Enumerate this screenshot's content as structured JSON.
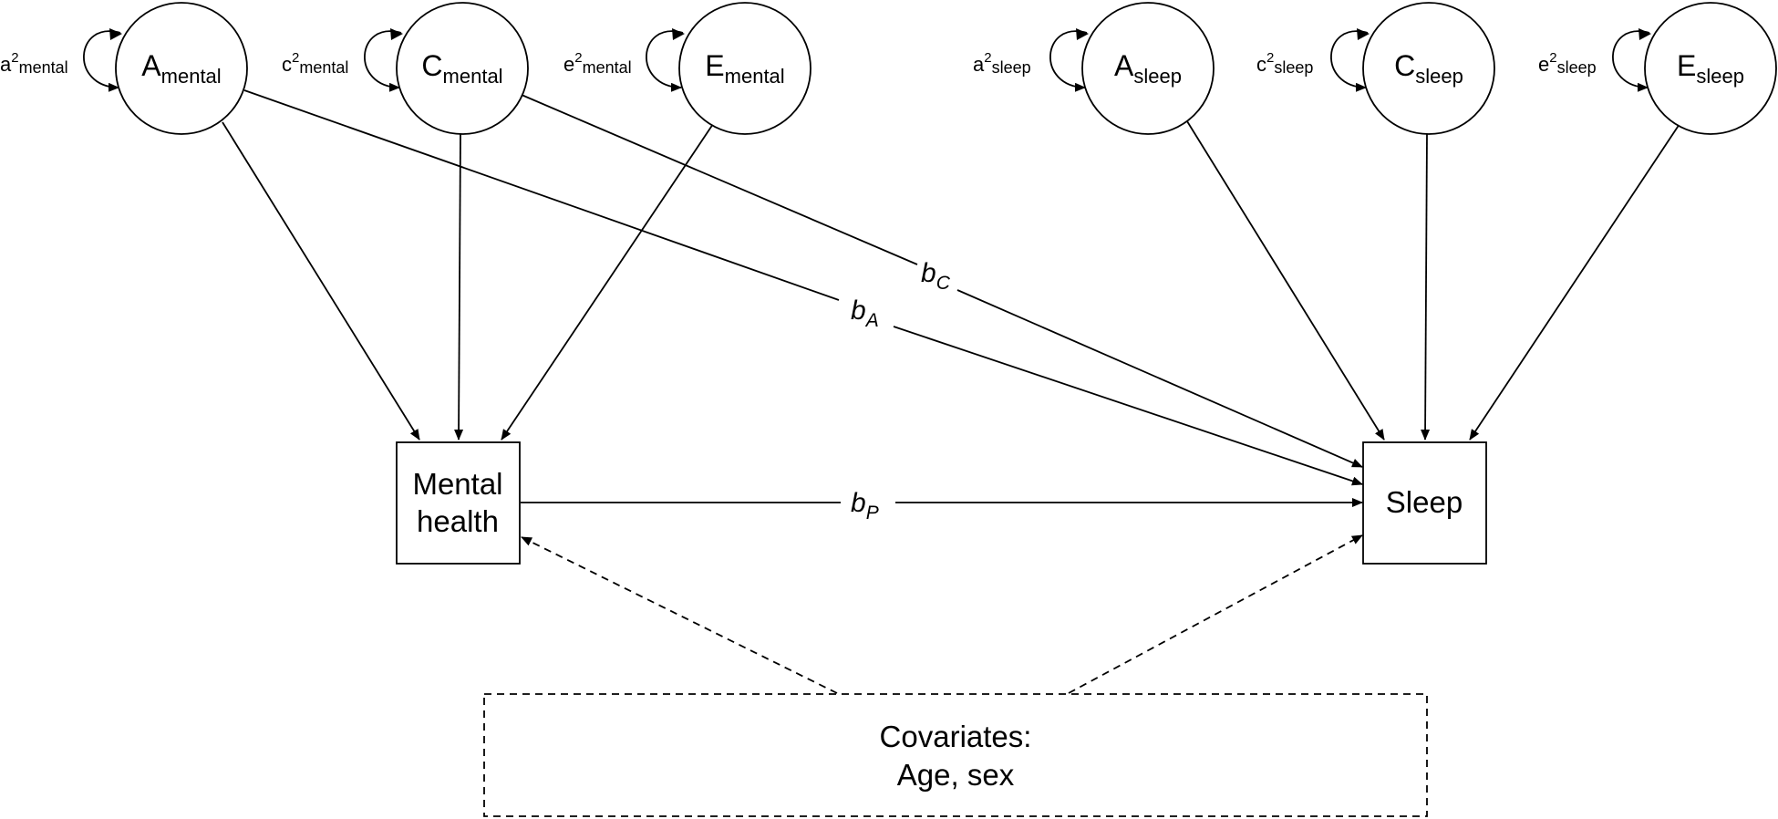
{
  "latent_factors": [
    {
      "letter": "A",
      "sub": "mental",
      "var_letter": "a",
      "var_sup": "2",
      "var_sub": "mental"
    },
    {
      "letter": "C",
      "sub": "mental",
      "var_letter": "c",
      "var_sup": "2",
      "var_sub": "mental"
    },
    {
      "letter": "E",
      "sub": "mental",
      "var_letter": "e",
      "var_sup": "2",
      "var_sub": "mental"
    },
    {
      "letter": "A",
      "sub": "sleep",
      "var_letter": "a",
      "var_sup": "2",
      "var_sub": "sleep"
    },
    {
      "letter": "C",
      "sub": "sleep",
      "var_letter": "c",
      "var_sup": "2",
      "var_sub": "sleep"
    },
    {
      "letter": "E",
      "sub": "sleep",
      "var_letter": "e",
      "var_sup": "2",
      "var_sub": "sleep"
    }
  ],
  "observed": {
    "mental_health": [
      "Mental",
      "health"
    ],
    "sleep": "Sleep"
  },
  "paths": {
    "bC": {
      "main": "b",
      "sub": "C"
    },
    "bA": {
      "main": "b",
      "sub": "A"
    },
    "bP": {
      "main": "b",
      "sub": "P"
    }
  },
  "covariates": {
    "line1": "Covariates:",
    "line2": "Age, sex"
  }
}
